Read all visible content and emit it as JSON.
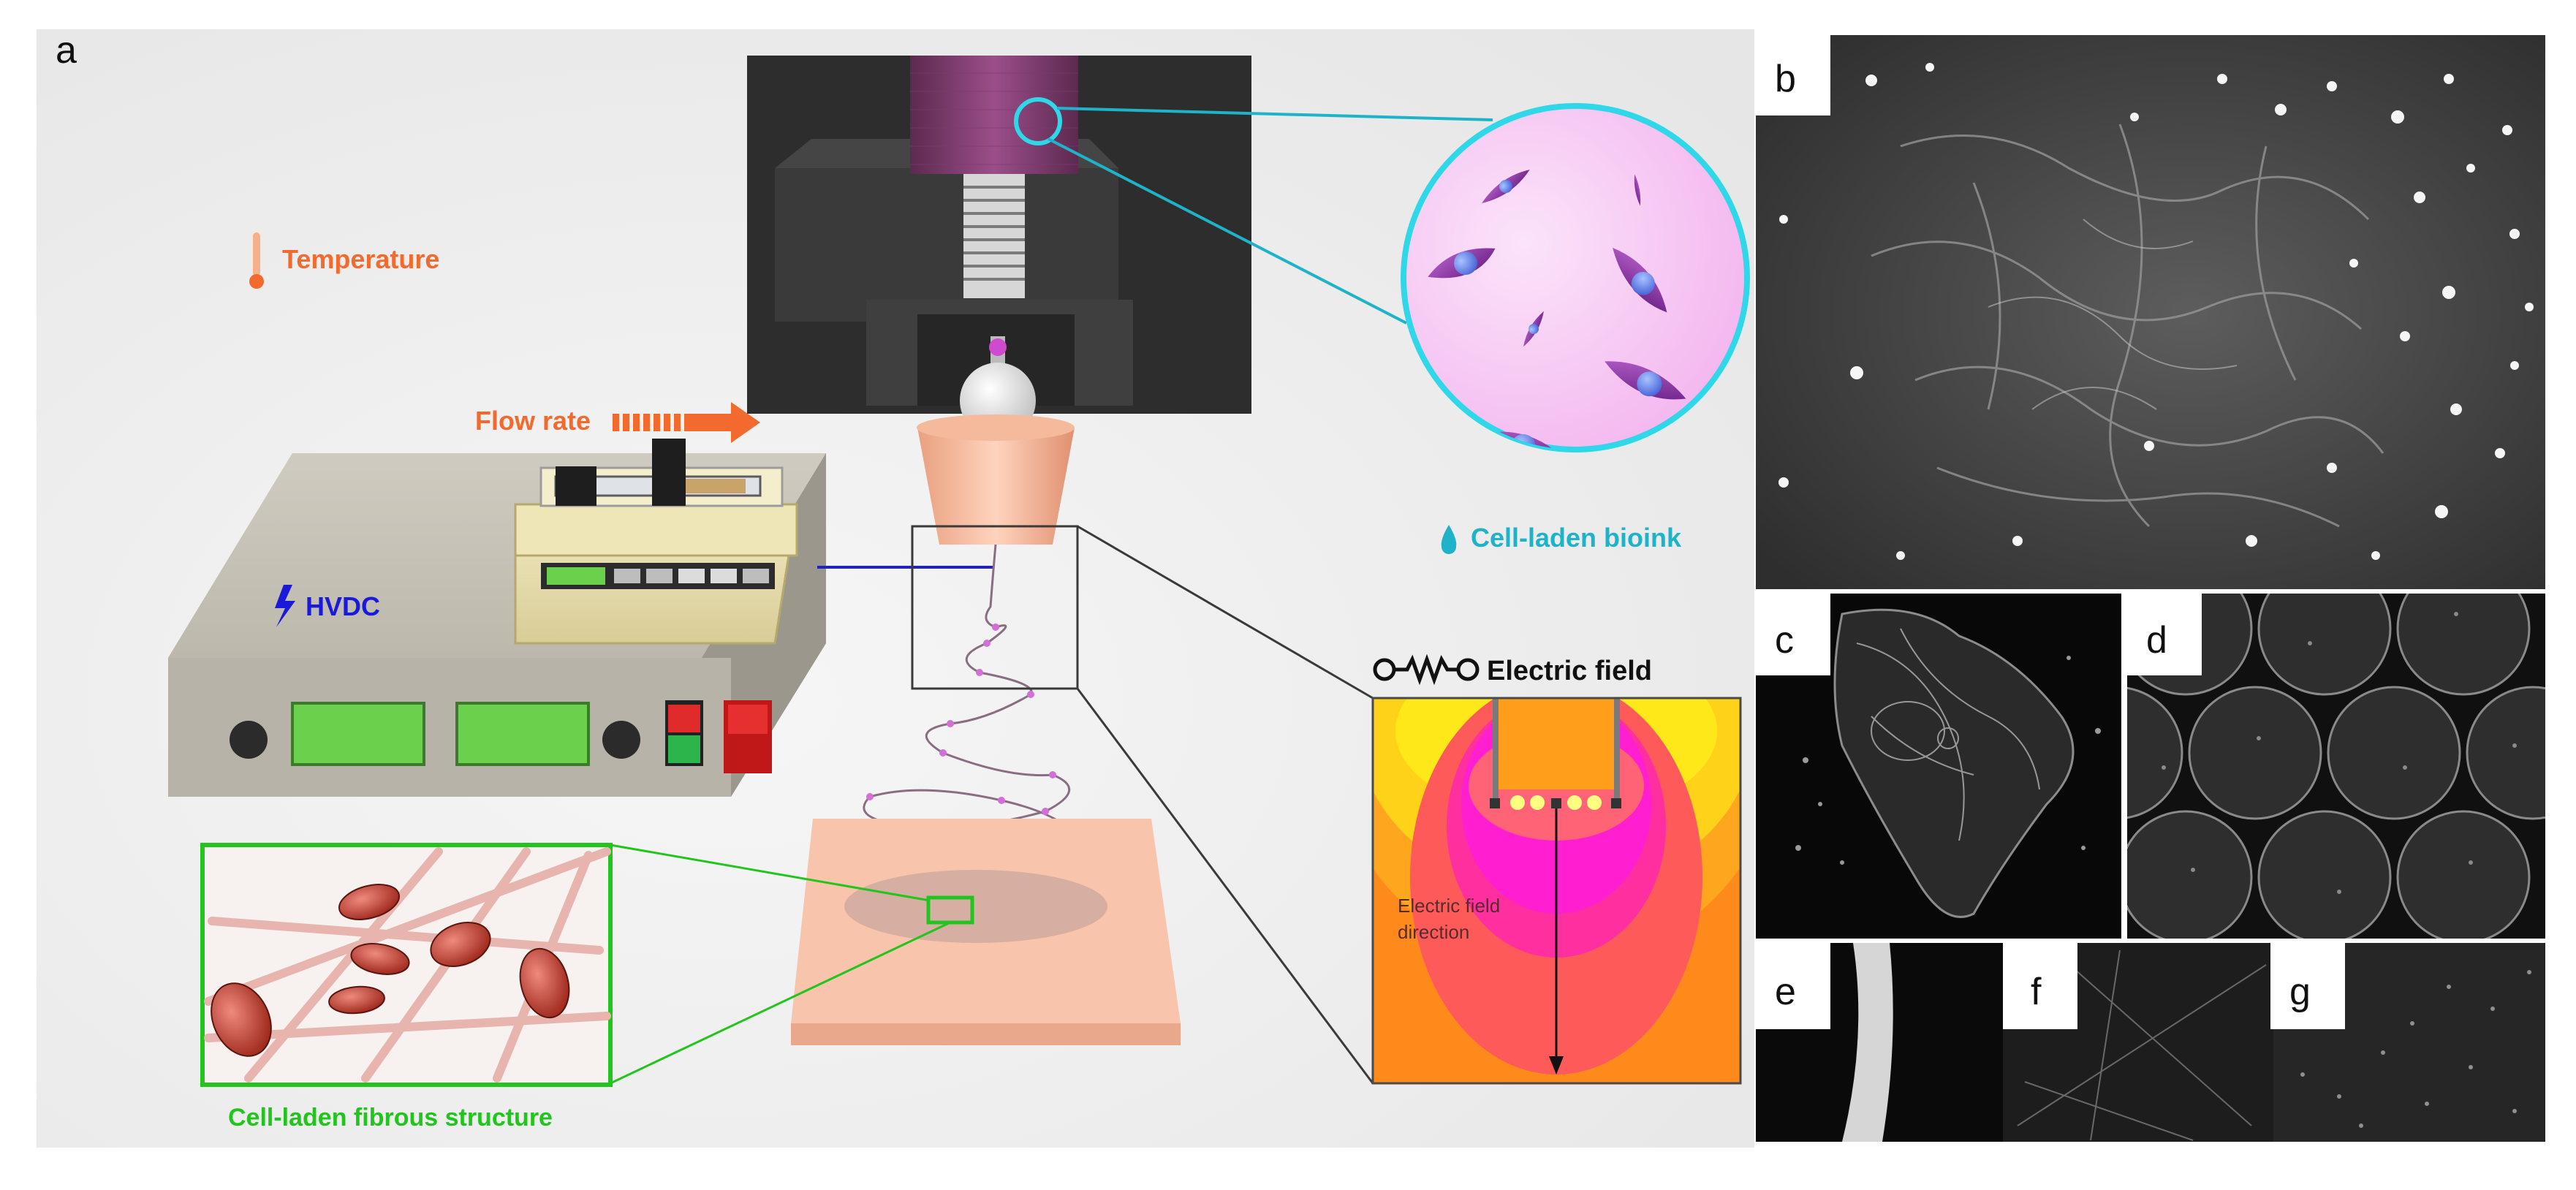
{
  "panel_a": {
    "letter": "a",
    "labels": {
      "temperature": "Temperature",
      "flow_rate": "Flow rate",
      "hvdc": "HVDC",
      "cell_laden_bioink": "Cell-laden bioink",
      "electric_field": "Electric field",
      "electric_field_direction_line1": "Electric field",
      "electric_field_direction_line2": "direction",
      "cell_laden_fibrous_structure": "Cell-laden fibrous structure"
    }
  },
  "micrographs": [
    {
      "letter": "b"
    },
    {
      "letter": "c"
    },
    {
      "letter": "d"
    },
    {
      "letter": "e"
    },
    {
      "letter": "f"
    },
    {
      "letter": "g"
    }
  ],
  "colors": {
    "temperature": "#f26a2e",
    "flow_rate": "#f26a2e",
    "hvdc": "#1a1adb",
    "bioink": "#1fb3c9",
    "fibrous": "#22c51d",
    "circle_outline": "#2fd8e8",
    "field_orange": "#ff8a1c",
    "field_magenta": "#ff1fd0",
    "field_yellow": "#ffe81a"
  }
}
